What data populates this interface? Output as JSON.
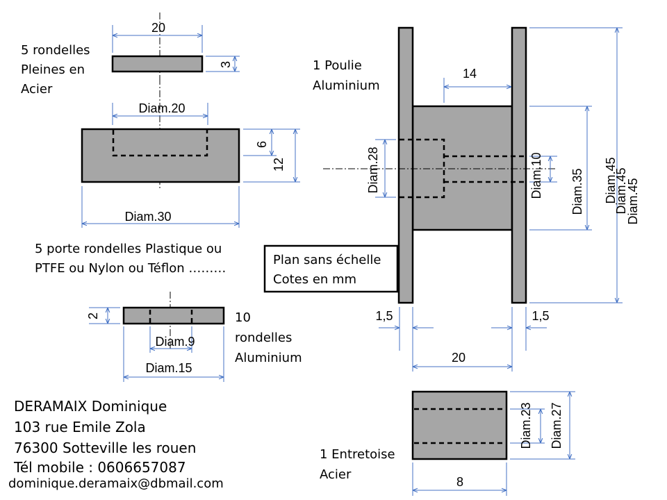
{
  "washers_full": {
    "label": [
      "5 rondelles",
      "Pleines en",
      "Acier"
    ],
    "width": "20",
    "thickness": "3"
  },
  "washer_holder": {
    "hole_diam": "Diam.20",
    "depth": "6",
    "height": "12",
    "outer_diam": "Diam.30",
    "label": [
      "5 porte rondelles Plastique ou",
      "PTFE ou Nylon ou Téflon ………"
    ]
  },
  "alu_washers": {
    "thickness": "2",
    "inner_diam": "Diam.9",
    "outer_diam": "Diam.15",
    "label": [
      "10",
      "rondelles",
      "Aluminium"
    ]
  },
  "pulley": {
    "label": [
      "1 Poulie",
      "Aluminium"
    ],
    "offset": "14",
    "bore_diam": "Diam.28",
    "axle_diam": "Diam.10",
    "hub_diam": "Diam.35",
    "flange_diams": [
      "Diam.45",
      "Diam.45",
      "Diam.45"
    ],
    "flange_thickness_left": "1,5",
    "flange_thickness_right": "1,5",
    "hub_width": "20"
  },
  "note_box": [
    "Plan sans échelle",
    "Cotes en mm"
  ],
  "spacer": {
    "inner_diam": "Diam.23",
    "outer_diam": "Diam.27",
    "label": [
      "1 Entretoise",
      "Acier"
    ],
    "length": "8"
  },
  "author": {
    "lines": [
      "DERAMAIX Dominique",
      "103 rue Emile Zola",
      "76300 Sotteville les rouen",
      "Tél mobile : 0606657087"
    ],
    "email": "dominique.deramaix@dbmail.com"
  },
  "colors": {
    "part_fill": "#a6a6a6",
    "dimension_line": "#4472c4"
  }
}
